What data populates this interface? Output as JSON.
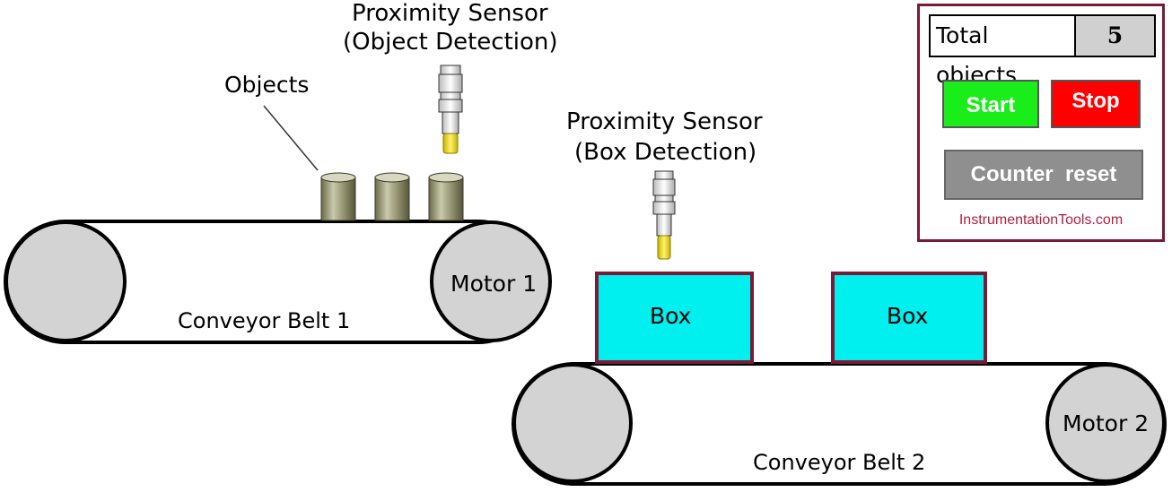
{
  "labels": {
    "sensor1_line1": "Proximity Sensor",
    "sensor1_line2": "(Object Detection)",
    "objects": "Objects",
    "sensor2_line1": "Proximity Sensor",
    "sensor2_line2": "(Box Detection)",
    "motor1": "Motor 1",
    "motor2": "Motor 2",
    "belt1": "Conveyor Belt 1",
    "belt2": "Conveyor Belt 2",
    "box1": "Box",
    "box2": "Box"
  },
  "panel": {
    "counter_label": "Total objects",
    "counter_value": "5",
    "start_label": "Start",
    "stop_label": "Stop",
    "reset_label": "Counter  reset",
    "watermark": "InstrumentationTools.com"
  },
  "colors": {
    "box_fill": "#00f0f0",
    "box_border": "#7a1a35",
    "panel_border": "#7a1a35",
    "start": "#1aee1a",
    "stop": "#ff0000",
    "reset": "#8f8f8f",
    "roller": "#d3d3d3",
    "object": "#9a9a78",
    "sensor_tip": "#f0e020"
  }
}
